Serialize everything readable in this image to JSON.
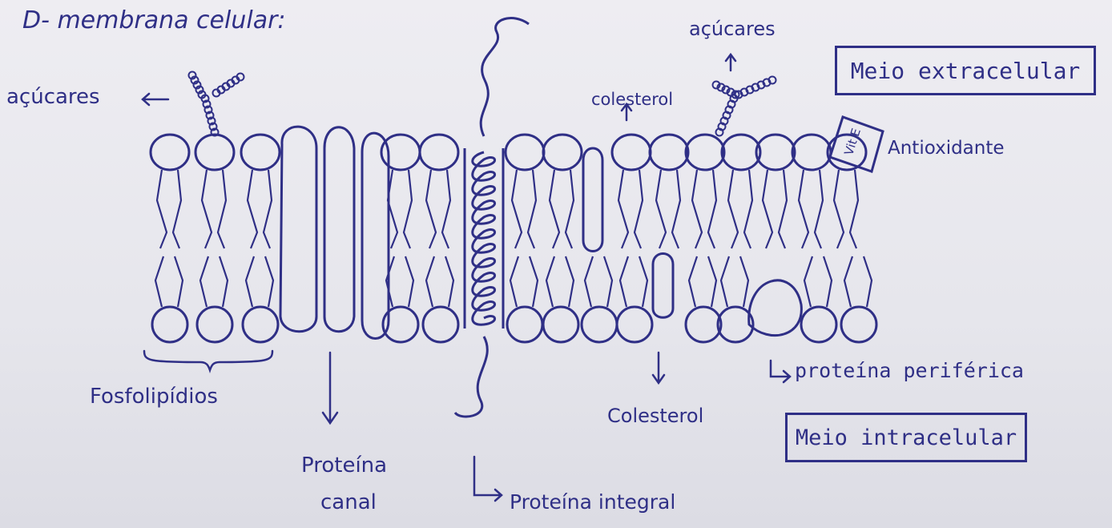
{
  "title": "D- membrana celular:",
  "labels": {
    "acucares_left": "açúcares",
    "acucares_top": "açúcares",
    "colesterol_top": "colesterol",
    "antioxidante": "Antioxidante",
    "vit_e": "Vit E",
    "fosfolipidios": "Fosfolipídios",
    "proteina_canal_1": "Proteína",
    "proteina_canal_2": "canal",
    "proteina_integral": "Proteína integral",
    "colesterol_bottom": "Colesterol",
    "proteina_periferica": "proteína periférica"
  },
  "boxes": {
    "extracelular": "Meio extracelular",
    "intracelular": "Meio intracelular"
  },
  "colors": {
    "ink": "#2f2f86",
    "paper": "#e9e8ee"
  }
}
